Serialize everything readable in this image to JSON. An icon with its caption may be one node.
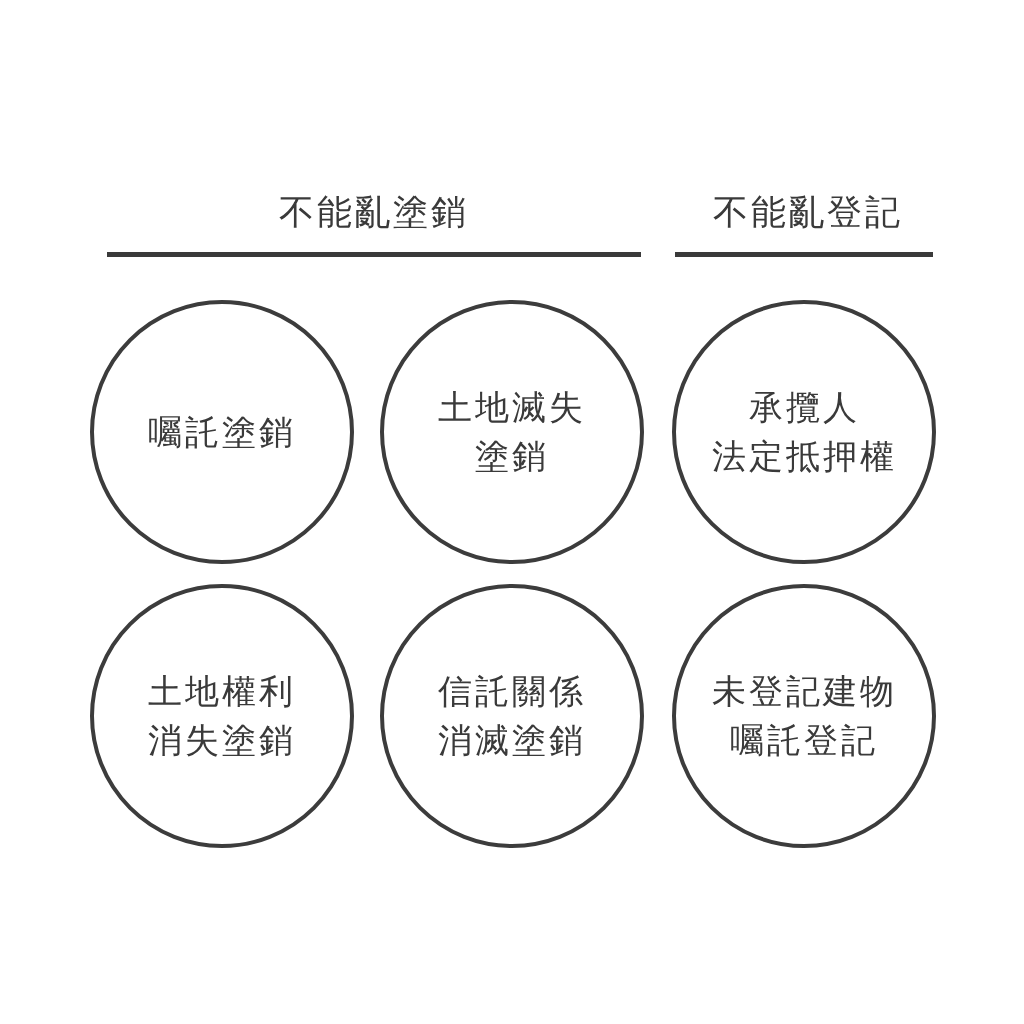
{
  "diagram": {
    "nodes": [
      {
        "text": [
          "囑託塗銷"
        ]
      },
      {
        "text": [
          "土地滅失塗銷"
        ]
      },
      {
        "text": [
          "承攬人法定抵押權"
        ]
      },
      {
        "text": [
          "土地權利消失塗銷"
        ]
      },
      {
        "text": [
          "信託關係消滅塗銷"
        ]
      },
      {
        "text": [
          "未登記建物囑託登記"
        ]
      }
    ],
    "labels": [
      "不能亂塗銷",
      "不能亂登記"
    ]
  }
}
